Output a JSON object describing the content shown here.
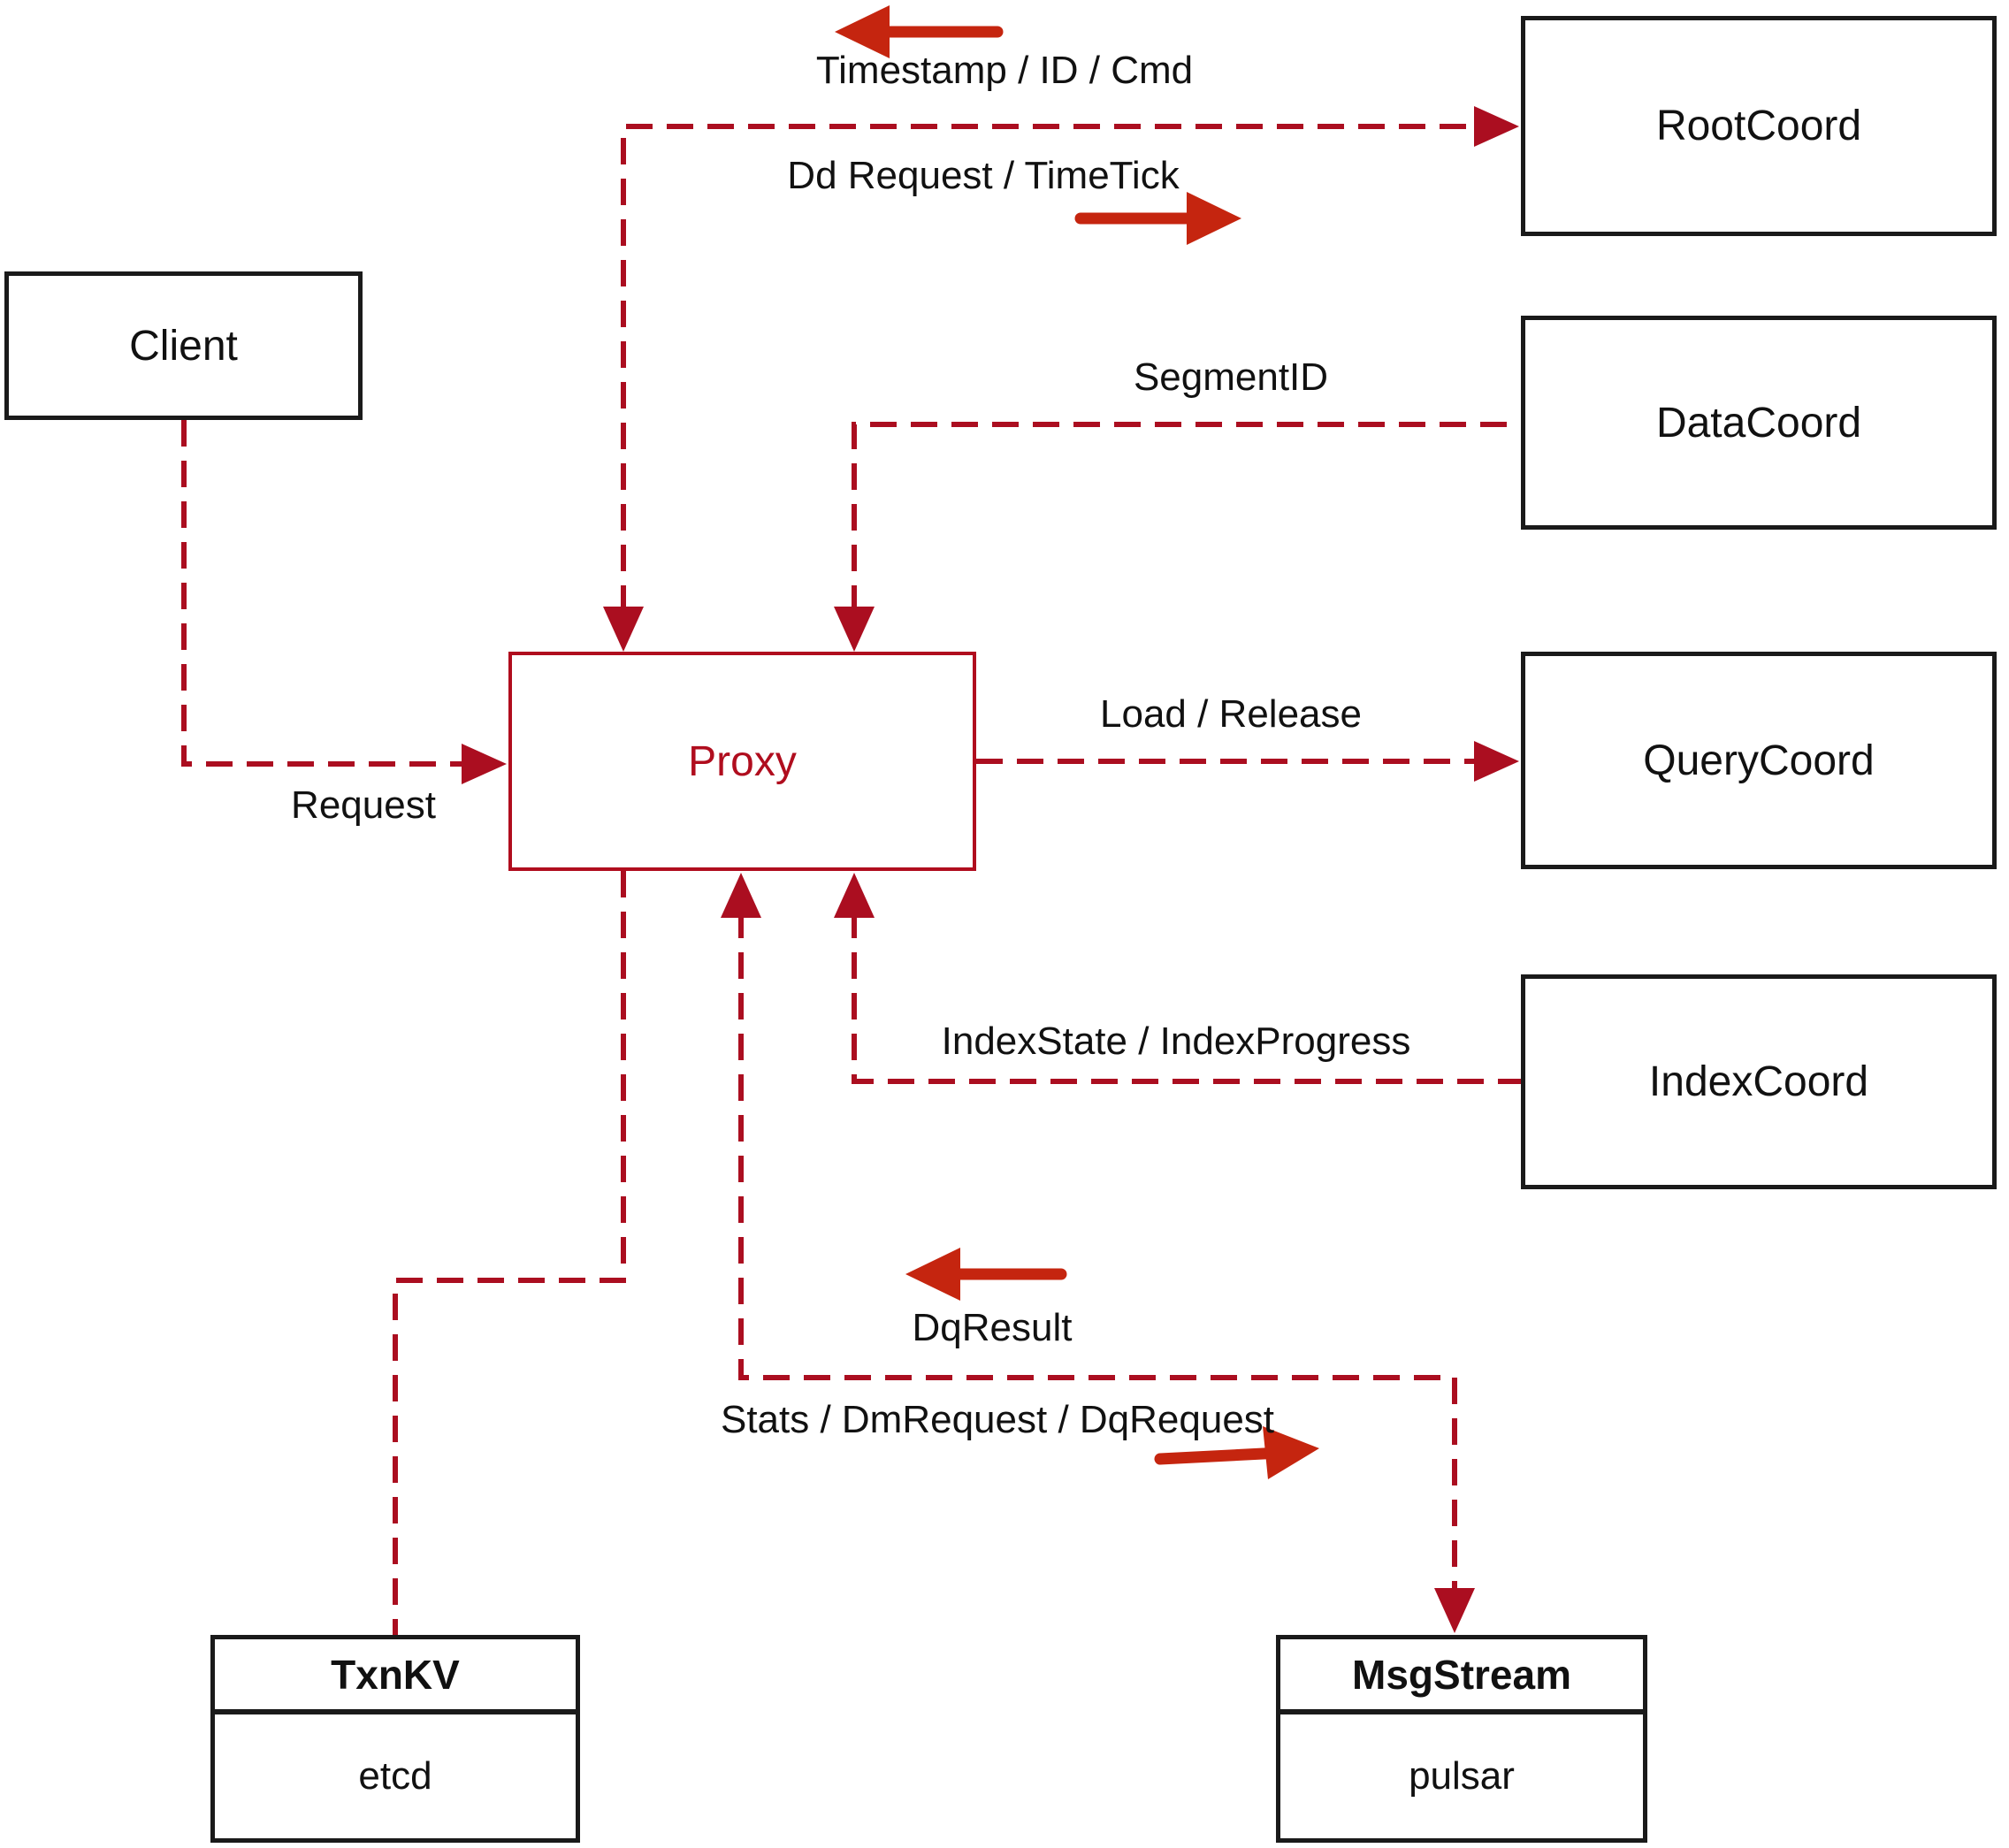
{
  "diagram": {
    "nodes": {
      "client": {
        "label": "Client"
      },
      "proxy": {
        "label": "Proxy"
      },
      "root_coord": {
        "label": "RootCoord"
      },
      "data_coord": {
        "label": "DataCoord"
      },
      "query_coord": {
        "label": "QueryCoord"
      },
      "index_coord": {
        "label": "IndexCoord"
      },
      "txn_kv": {
        "title": "TxnKV",
        "subtitle": "etcd"
      },
      "msg_stream": {
        "title": "MsgStream",
        "subtitle": "pulsar"
      }
    },
    "edge_labels": {
      "timestamp_id_cmd": "Timestamp / ID / Cmd",
      "dd_request_timetick": "Dd Request / TimeTick",
      "segment_id": "SegmentID",
      "load_release": "Load / Release",
      "request": "Request",
      "index_state_progress": "IndexState / IndexProgress",
      "dq_result": "DqResult",
      "stats_dm_dq_request": "Stats / DmRequest / DqRequest"
    },
    "edges": [
      {
        "from": "proxy",
        "to": "root_coord",
        "labels": [
          "Timestamp / ID / Cmd",
          "Dd Request / TimeTick"
        ],
        "style": "dashed",
        "arrows": "both"
      },
      {
        "from": "data_coord",
        "to": "proxy",
        "labels": [
          "SegmentID"
        ],
        "style": "dashed",
        "arrows": "to-proxy"
      },
      {
        "from": "client",
        "to": "proxy",
        "labels": [
          "Request"
        ],
        "style": "dashed",
        "arrows": "to-proxy"
      },
      {
        "from": "proxy",
        "to": "query_coord",
        "labels": [
          "Load / Release"
        ],
        "style": "dashed",
        "arrows": "to-querycoord"
      },
      {
        "from": "index_coord",
        "to": "proxy",
        "labels": [
          "IndexState / IndexProgress"
        ],
        "style": "dashed",
        "arrows": "to-proxy"
      },
      {
        "from": "proxy",
        "to": "txn_kv",
        "labels": [],
        "style": "dashed",
        "arrows": "none"
      },
      {
        "from": "proxy",
        "to": "msg_stream",
        "labels": [
          "DqResult",
          "Stats / DmRequest / DqRequest"
        ],
        "style": "dashed",
        "arrows": "both"
      }
    ],
    "colors": {
      "line": "#ab0e20",
      "arrow": "#c5250f",
      "box_border": "#1a1a1a",
      "proxy": "#b00d1e"
    }
  }
}
